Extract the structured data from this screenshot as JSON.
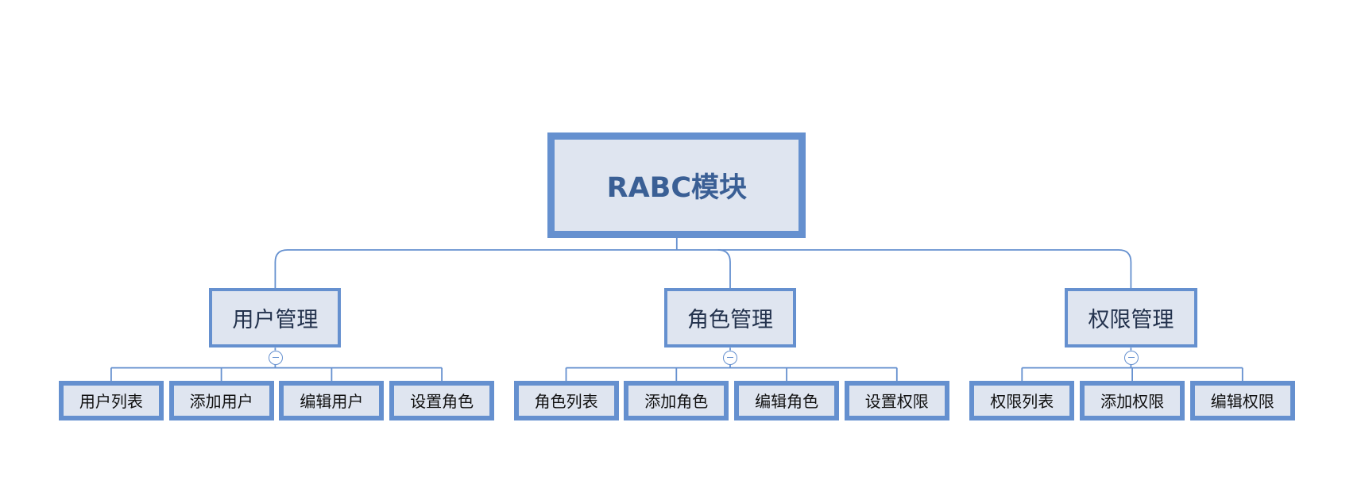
{
  "colors": {
    "node_fill": "#dfe5f0",
    "node_border": "#6590cf",
    "connector": "#6590cf",
    "root_text": "#3a5f95",
    "branch_text": "#23324d",
    "leaf_text": "#111111"
  },
  "diagram": {
    "root": {
      "label": "RABC模块"
    },
    "branches": [
      {
        "label": "用户管理",
        "children": [
          "用户列表",
          "添加用户",
          "编辑用户",
          "设置角色"
        ],
        "collapse_icon": "minus-circle-icon"
      },
      {
        "label": "角色管理",
        "children": [
          "角色列表",
          "添加角色",
          "编辑角色",
          "设置权限"
        ],
        "collapse_icon": "minus-circle-icon"
      },
      {
        "label": "权限管理",
        "children": [
          "权限列表",
          "添加权限",
          "编辑权限"
        ],
        "collapse_icon": "minus-circle-icon"
      }
    ]
  }
}
